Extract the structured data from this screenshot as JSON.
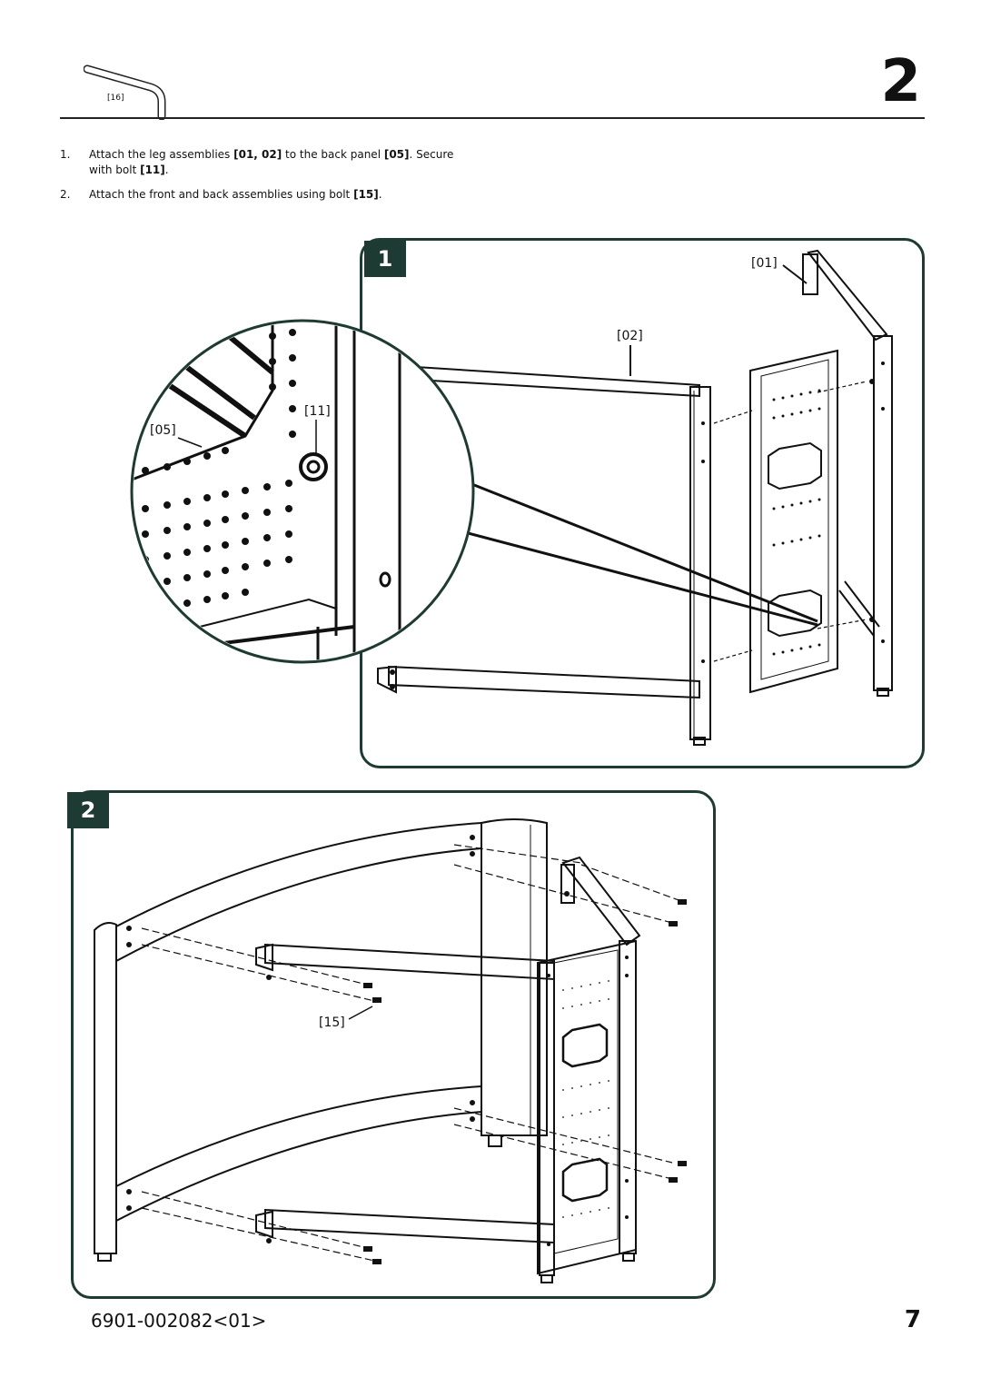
{
  "header": {
    "tool_label": "[16]",
    "step_number": "2"
  },
  "instructions": [
    {
      "num": "1.",
      "line1_a": "Attach the leg assemblies ",
      "line1_b": "[01, 02]",
      "line1_c": " to the back panel ",
      "line1_d": "[05]",
      "line1_e": ". Secure",
      "line2_a": "with bolt ",
      "line2_b": "[11]",
      "line2_c": "."
    },
    {
      "num": "2.",
      "line1_a": "Attach the front and back assemblies using bolt ",
      "line1_b": "[15]",
      "line1_c": "."
    }
  ],
  "panels": [
    {
      "badge": "1",
      "labels": {
        "leg_a": "[01]",
        "leg_b": "[02]",
        "bolt": "[11]",
        "back_panel": "[05]"
      }
    },
    {
      "badge": "2",
      "labels": {
        "bolt": "[15]"
      }
    }
  ],
  "footer": {
    "code": "6901-002082<01>",
    "page": "7"
  },
  "colors": {
    "panel_border": "#1e3b33",
    "line": "#111111"
  }
}
